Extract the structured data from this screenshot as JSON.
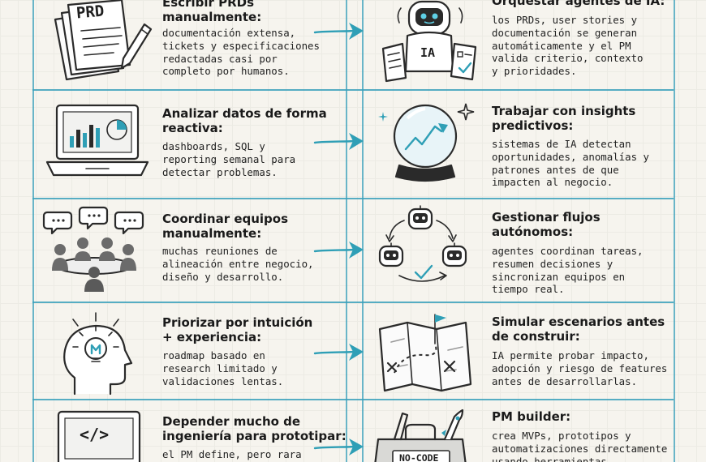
{
  "rows": [
    {
      "left": {
        "title": "Escribir PRDs\nmanualmente:",
        "desc": "documentación extensa,\ntickets y especificaciones\nredactadas casi por\ncompleto por humanos.",
        "icon": "documents-pen-icon",
        "icon_text": "PRD"
      },
      "right": {
        "title": "Orquestar agentes de IA:",
        "desc": "los PRDs, user stories y\ndocumentación se generan\nautomáticamente y el PM\nvalida criterio, contexto\ny prioridades.",
        "icon": "robot-agent-icon",
        "icon_text": "IA"
      }
    },
    {
      "left": {
        "title": "Analizar datos de forma\nreactiva:",
        "desc": "dashboards, SQL y\nreporting semanal para\ndetectar problemas.",
        "icon": "laptop-dashboard-icon"
      },
      "right": {
        "title": "Trabajar con insights\npredictivos:",
        "desc": "sistemas de IA detectan\noportunidades, anomalías y\npatrones antes de que\nimpacten al negocio.",
        "icon": "crystal-ball-icon"
      }
    },
    {
      "left": {
        "title": "Coordinar equipos\nmanualmente:",
        "desc": "muchas reuniones de\nalineación entre negocio,\ndiseño y desarrollo.",
        "icon": "team-meeting-icon"
      },
      "right": {
        "title": "Gestionar flujos\nautónomos:",
        "desc": "agentes coordinan tareas,\nresumen decisiones y\nsincronizan equipos en\ntiempo real.",
        "icon": "robot-cycle-icon"
      }
    },
    {
      "left": {
        "title": "Priorizar por intuición\n+ experiencia:",
        "desc": "roadmap basado en\nresearch limitado y\nvalidaciones lentas.",
        "icon": "lightbulb-head-icon"
      },
      "right": {
        "title": "Simular escenarios antes\nde construir:",
        "desc": "IA permite probar impacto,\nadopción y riesgo de features\nantes de desarrollarlas.",
        "icon": "treasure-map-icon"
      }
    },
    {
      "left": {
        "title": "Depender mucho de\ningeniería para prototipar:",
        "desc": "el PM define, pero rara",
        "icon": "laptop-code-icon",
        "icon_text": "</>"
      },
      "right": {
        "title": "PM builder:",
        "desc": "crea MVPs, prototipos y\nautomatizaciones directamente\nusando herramientas",
        "icon": "nocode-toolbox-icon",
        "icon_text": "NO-CODE"
      }
    }
  ],
  "colors": {
    "accent": "#2f9fb6",
    "ink": "#1f1f1f",
    "paper": "#f6f4ee"
  }
}
